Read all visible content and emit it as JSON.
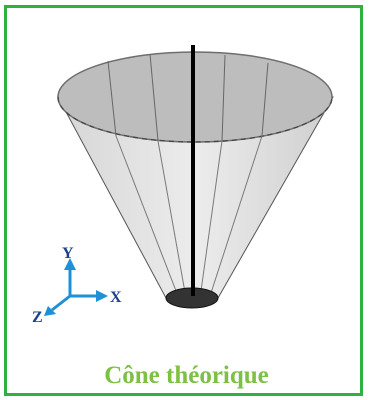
{
  "colors": {
    "frame": "#2eb13e",
    "caption": "#7cc144",
    "axis": "#1e90d6",
    "axis_label": "#1a3f8f",
    "rod": "#000000",
    "cone_fill": "#e6e6e6",
    "top_fill": "#bdbdbd",
    "base_fill": "#333333"
  },
  "axes": {
    "y_label": "Y",
    "x_label": "X",
    "z_label": "Z"
  },
  "caption": "Cône théorique"
}
